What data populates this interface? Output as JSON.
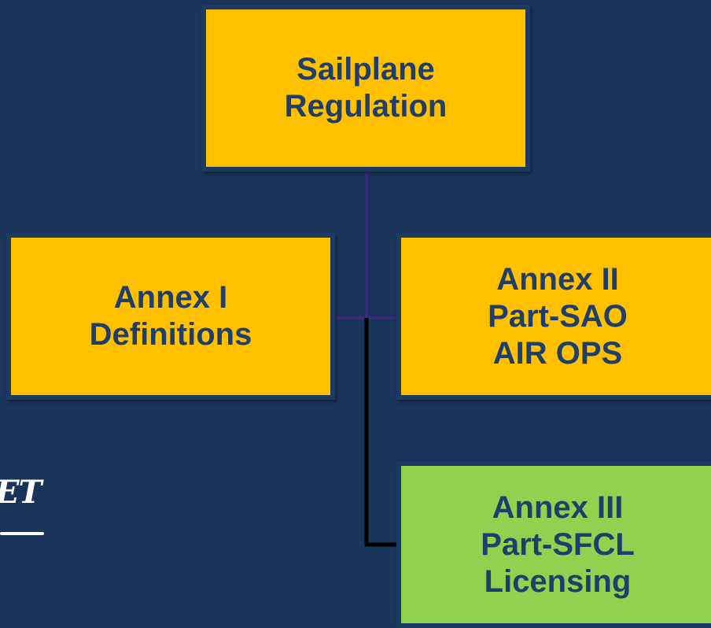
{
  "colors": {
    "background": "#1b3459",
    "box_yellow": "#ffc000",
    "box_green": "#92d050",
    "box_text": "#1f3f6a",
    "connector_purple": "#3a2a7a",
    "connector_black": "#000000"
  },
  "root": {
    "lines": [
      "Sailplane",
      "Regulation"
    ]
  },
  "annex_i": {
    "lines": [
      "Annex I",
      "Definitions"
    ]
  },
  "annex_ii": {
    "lines": [
      "Annex II",
      "Part-SAO",
      "AIR OPS"
    ]
  },
  "annex_iii": {
    "lines": [
      "Annex III",
      "Part-SFCL",
      "Licensing"
    ]
  },
  "logo": {
    "text": "ET"
  }
}
